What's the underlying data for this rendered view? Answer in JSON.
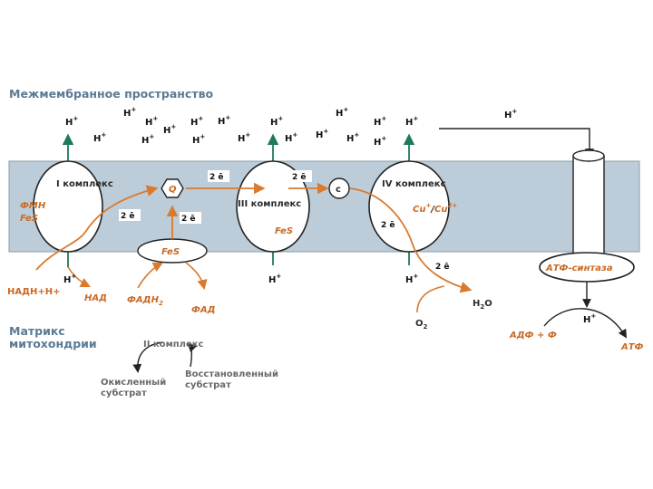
{
  "labels": {
    "intermembrane_space": "Межмембранное пространство",
    "matrix_line1": "Матрикс",
    "matrix_line2": "митохондрии",
    "complex1": "I комплекс",
    "complex3": "III комплекс",
    "complex4": "IV комплекс",
    "complex2": "II комплекс",
    "fmn": "ФМН",
    "fes1": "FeS",
    "fes3": "FeS",
    "fes2": "FeS",
    "q": "Q",
    "c": "c",
    "cu_plus": "Cu",
    "cu_plus_charge": "+",
    "cu_slash": "/",
    "cu_2plus": "Cu",
    "cu_2plus_charge": "2+",
    "two_e": "2 ē",
    "nadh": "НАДН+Н+",
    "nad": "НАД",
    "fadh2": "ФАДН",
    "fadh2_sub": "2",
    "fad": "ФАД",
    "oxidized_1": "Окисленный",
    "oxidized_2": "субстрат",
    "reduced_1": "Восстановленный",
    "reduced_2": "субстрат",
    "o2": "O",
    "o2_sub": "2",
    "h2o_h": "H",
    "h2o_sub": "2",
    "h2o_o": "O",
    "atp_synthase": "АТФ-синтаза",
    "adp": "АДФ + Ф",
    "atp": "АТФ",
    "h": "H",
    "h_charge": "+"
  },
  "colors": {
    "membrane": "#bccdd9",
    "membrane_border": "#8a9caa",
    "proton_arrow": "#1f7a5a",
    "electron_arrow": "#d97a2e",
    "text_orange": "#c96a25",
    "header_blue": "#5a7a96",
    "gray_text": "#6a6a6a"
  }
}
